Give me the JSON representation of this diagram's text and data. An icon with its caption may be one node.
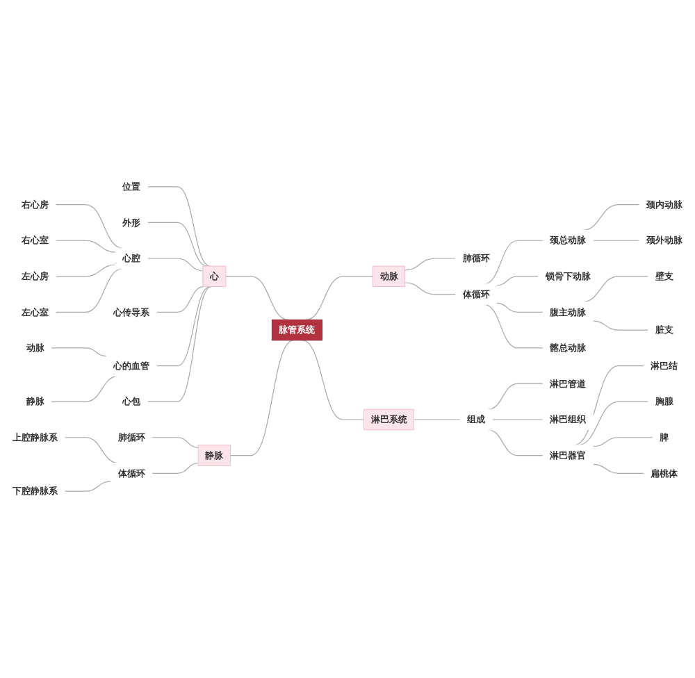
{
  "diagram": {
    "nodes": [
      {
        "text": [
          "脉管系统"
        ]
      },
      {
        "text": [
          "心"
        ]
      },
      {
        "text": [
          "位置"
        ]
      },
      {
        "text": [
          "外形"
        ]
      },
      {
        "text": [
          "心腔"
        ]
      },
      {
        "text": [
          "右心房"
        ]
      },
      {
        "text": [
          "右心室"
        ]
      },
      {
        "text": [
          "左心房"
        ]
      },
      {
        "text": [
          "左心室"
        ]
      },
      {
        "text": [
          "心传导系"
        ]
      },
      {
        "text": [
          "心的血管"
        ]
      },
      {
        "text": [
          "动脉"
        ]
      },
      {
        "text": [
          "静脉"
        ]
      },
      {
        "text": [
          "心包"
        ]
      },
      {
        "text": [
          "静脉"
        ]
      },
      {
        "text": [
          "肺循环"
        ]
      },
      {
        "text": [
          "体循环"
        ]
      },
      {
        "text": [
          "上腔静脉系"
        ]
      },
      {
        "text": [
          "下腔静脉系"
        ]
      },
      {
        "text": [
          "动脉"
        ]
      },
      {
        "text": [
          "肺循环"
        ]
      },
      {
        "text": [
          "体循环"
        ]
      },
      {
        "text": [
          "颈总动脉"
        ]
      },
      {
        "text": [
          "颈内动脉"
        ]
      },
      {
        "text": [
          "颈外动脉"
        ]
      },
      {
        "text": [
          "锁骨下动脉"
        ]
      },
      {
        "text": [
          "腹主动脉"
        ]
      },
      {
        "text": [
          "壁支"
        ]
      },
      {
        "text": [
          "脏支"
        ]
      },
      {
        "text": [
          "髂总动脉"
        ]
      },
      {
        "text": [
          "淋巴系统"
        ]
      },
      {
        "text": [
          "组成"
        ]
      },
      {
        "text": [
          "淋巴管道"
        ]
      },
      {
        "text": [
          "淋巴组织"
        ]
      },
      {
        "text": [
          "淋巴器官"
        ]
      },
      {
        "text": [
          "淋巴结"
        ]
      },
      {
        "text": [
          "胸腺"
        ]
      },
      {
        "text": [
          "脾"
        ]
      },
      {
        "text": [
          "扁桃体"
        ]
      }
    ],
    "edges": [
      {
        "from": 0,
        "to": 1,
        "arrow": "none"
      },
      {
        "from": 1,
        "to": 2,
        "arrow": "none"
      },
      {
        "from": 1,
        "to": 3,
        "arrow": "none"
      },
      {
        "from": 1,
        "to": 4,
        "arrow": "none"
      },
      {
        "from": 4,
        "to": 5,
        "arrow": "none"
      },
      {
        "from": 4,
        "to": 6,
        "arrow": "none"
      },
      {
        "from": 4,
        "to": 7,
        "arrow": "none"
      },
      {
        "from": 4,
        "to": 8,
        "arrow": "none"
      },
      {
        "from": 1,
        "to": 9,
        "arrow": "none"
      },
      {
        "from": 1,
        "to": 10,
        "arrow": "none"
      },
      {
        "from": 10,
        "to": 11,
        "arrow": "none"
      },
      {
        "from": 10,
        "to": 12,
        "arrow": "none"
      },
      {
        "from": 1,
        "to": 13,
        "arrow": "none"
      },
      {
        "from": 0,
        "to": 14,
        "arrow": "none"
      },
      {
        "from": 14,
        "to": 15,
        "arrow": "none"
      },
      {
        "from": 14,
        "to": 16,
        "arrow": "none"
      },
      {
        "from": 16,
        "to": 17,
        "arrow": "none"
      },
      {
        "from": 16,
        "to": 18,
        "arrow": "none"
      },
      {
        "from": 0,
        "to": 19,
        "arrow": "none"
      },
      {
        "from": 19,
        "to": 20,
        "arrow": "none"
      },
      {
        "from": 19,
        "to": 21,
        "arrow": "none"
      },
      {
        "from": 21,
        "to": 22,
        "arrow": "none"
      },
      {
        "from": 22,
        "to": 23,
        "arrow": "none"
      },
      {
        "from": 22,
        "to": 24,
        "arrow": "none"
      },
      {
        "from": 21,
        "to": 25,
        "arrow": "none"
      },
      {
        "from": 21,
        "to": 26,
        "arrow": "none"
      },
      {
        "from": 26,
        "to": 27,
        "arrow": "none"
      },
      {
        "from": 26,
        "to": 28,
        "arrow": "none"
      },
      {
        "from": 21,
        "to": 29,
        "arrow": "none"
      },
      {
        "from": 0,
        "to": 30,
        "arrow": "none"
      },
      {
        "from": 30,
        "to": 31,
        "arrow": "none"
      },
      {
        "from": 31,
        "to": 32,
        "arrow": "none"
      },
      {
        "from": 31,
        "to": 33,
        "arrow": "none"
      },
      {
        "from": 31,
        "to": 34,
        "arrow": "none"
      },
      {
        "from": 34,
        "to": 35,
        "arrow": "none"
      },
      {
        "from": 34,
        "to": 36,
        "arrow": "none"
      },
      {
        "from": 34,
        "to": 37,
        "arrow": "none"
      },
      {
        "from": 34,
        "to": 38,
        "arrow": "none"
      }
    ]
  }
}
